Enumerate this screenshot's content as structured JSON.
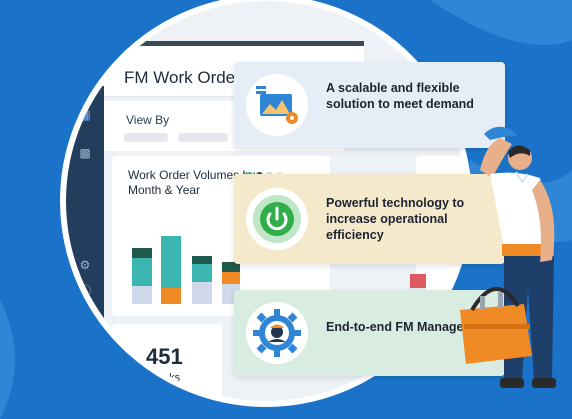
{
  "app": {
    "title": "FM Work Order I",
    "viewby_label": "View By",
    "chart_title": "Work Order Volumes by Month & Year",
    "tasks_value": "451",
    "tasks_label": "Tasks"
  },
  "features": [
    {
      "text": "A scalable and flexible solution to meet demand",
      "icon": "dashboard-chart-icon"
    },
    {
      "text": "Powerful technology to increase operational efficiency",
      "icon": "power-button-icon"
    },
    {
      "text": "End-to-end FM Management",
      "icon": "gear-worker-icon"
    }
  ],
  "colors": {
    "background": "#1a73c8",
    "sidebar": "#233e5c",
    "teal": "#3ab5b0",
    "dark_green": "#1f5a4c",
    "orange": "#f08a24",
    "light_blue": "#cfd9ea",
    "feature1_bg": "#e5eef7",
    "feature2_bg": "#f5e9cc",
    "feature3_bg": "#d9ece2"
  },
  "sidebar_icons": [
    "grid-icon",
    "add-grid-icon",
    "settings-icon",
    "info-icon",
    "logout-icon"
  ]
}
